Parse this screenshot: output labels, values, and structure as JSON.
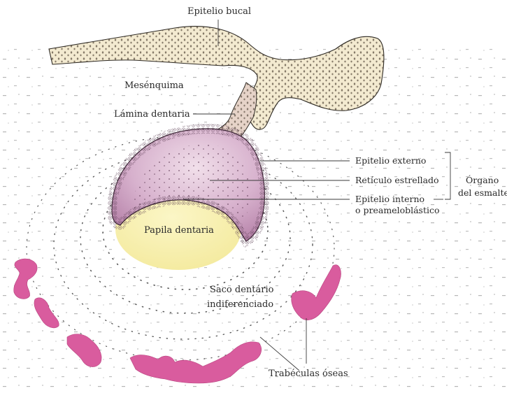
{
  "diagram": {
    "labels": {
      "epitelio_bucal": "Epitelio bucal",
      "mesenquima": "Mesénquima",
      "lamina_dentaria": "Lámina dentaria",
      "epitelio_externo": "Epitelio externo",
      "reticulo_estrellado": "Retículo estrellado",
      "epitelio_interno_line1": "Epitelio interno",
      "epitelio_interno_line2": "o preameloblástico",
      "organo_line1": "Órgano",
      "organo_line2": "del esmalte",
      "papila_dentaria": "Papila dentaria",
      "saco_line1": "Saco dentário",
      "saco_line2": "indiferenciado",
      "trabeculas": "Trabéculas óseas"
    },
    "colors": {
      "epithelium_fill": "#f2e9cf",
      "enamel_organ_fill": "#c79bbd",
      "enamel_organ_inner": "#dcbcd3",
      "papilla_fill": "#f8f1b2",
      "bone_fill": "#d9579a",
      "dots": "#3a3228"
    }
  }
}
